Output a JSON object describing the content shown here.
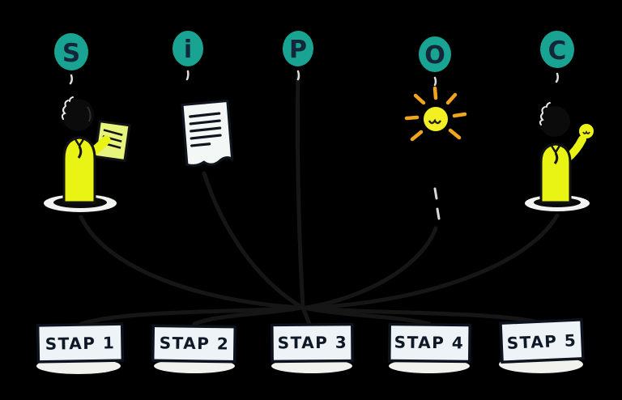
{
  "diagram": {
    "name": "SIPOC hand-drawn diagram",
    "letters": [
      {
        "id": "suppliers",
        "label": "S"
      },
      {
        "id": "inputs",
        "label": "i"
      },
      {
        "id": "process",
        "label": "P"
      },
      {
        "id": "outputs",
        "label": "O"
      },
      {
        "id": "customers",
        "label": "C"
      }
    ],
    "steps": [
      {
        "label": "STAP 1"
      },
      {
        "label": "STAP 2"
      },
      {
        "label": "STAP 3"
      },
      {
        "label": "STAP 4"
      },
      {
        "label": "STAP 5"
      }
    ],
    "icons": [
      {
        "name": "supplier-person-icon"
      },
      {
        "name": "input-document-icon"
      },
      {
        "name": "process-funnel-lines"
      },
      {
        "name": "output-lightbulb-icon"
      },
      {
        "name": "customer-person-icon"
      }
    ],
    "colors": {
      "background": "#000000",
      "badge_teal": "#18a392",
      "letter_ink": "#14273a",
      "person_yellow": "#e9f414",
      "bulb_yellow": "#f2ef22",
      "ray_orange": "#f0a61c",
      "paper_white": "#f3f7f6",
      "note_yellow_green": "#e7f47e",
      "box_fill": "#eef3f7",
      "ink_dark": "#10161f",
      "shadow_white": "#f2f4f1"
    }
  }
}
